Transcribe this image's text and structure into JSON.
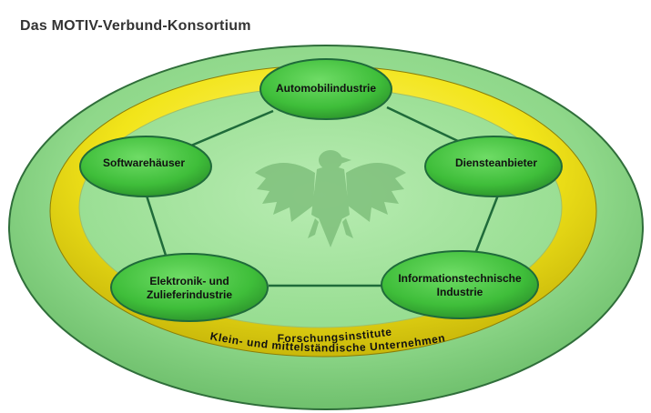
{
  "title": "Das MOTIV-Verbund-Konsortium",
  "nodes": {
    "automobil": {
      "label": "Automobilindustrie"
    },
    "software": {
      "label": "Softwarehäuser"
    },
    "dienste": {
      "label": "Diensteanbieter"
    },
    "elektronik": {
      "line1": "Elektronik- und",
      "line2": "Zulieferindustrie"
    },
    "informations": {
      "line1": "Informationstechnische",
      "line2": "Industrie"
    }
  },
  "ring": {
    "line1": "Forschungsinstitute",
    "line2": "Klein- und mittelständische Unternehmen"
  },
  "colors": {
    "outer_green": "#8fd88a",
    "outer_edge": "#2f6e3a",
    "yellow_ring": "#f2e51a",
    "inner_green": "#a6e6a0",
    "node_green": "#3fbe3a",
    "connector": "#1f6b3a",
    "emblem": "#7fc07c"
  }
}
